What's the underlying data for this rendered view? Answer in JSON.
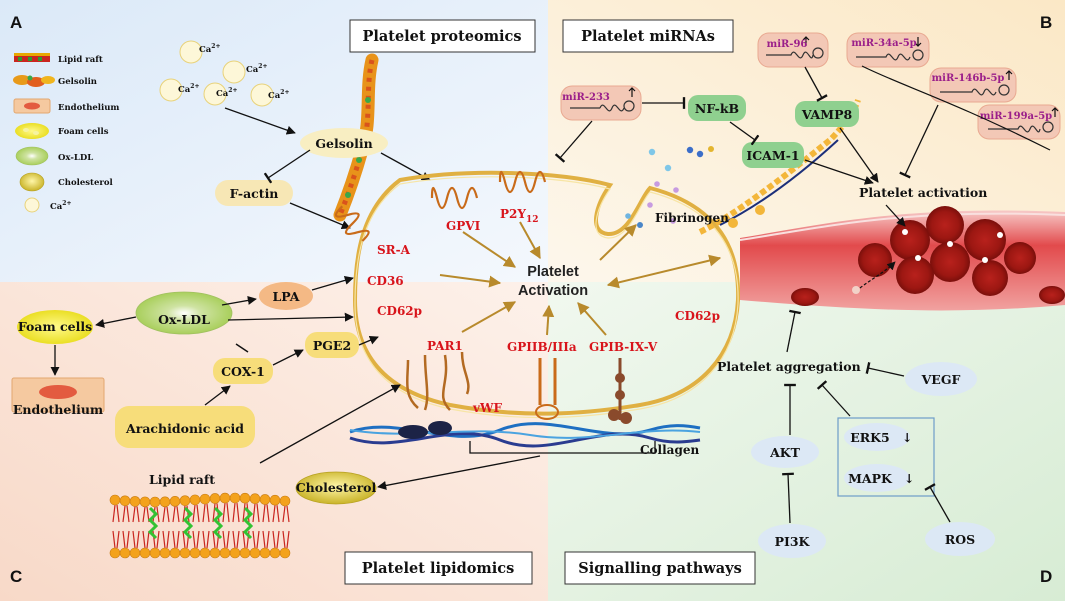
{
  "corners": {
    "a": "A",
    "b": "B",
    "c": "C",
    "d": "D"
  },
  "sections": {
    "proteomics": "Platelet proteomics",
    "mirnas": "Platelet miRNAs",
    "lipidomics": "Platelet lipidomics",
    "signalling": "Signalling pathways"
  },
  "legend": {
    "lipid_raft": "Lipid raft",
    "gelsolin": "Gelsolin",
    "endothelium": "Endothelium",
    "foam_cells": "Foam cells",
    "ox_ldl": "Ox-LDL",
    "cholesterol": "Cholesterol",
    "calcium": "Ca",
    "calcium_sup": "2+"
  },
  "proteomics": {
    "ca_label": "Ca",
    "ca_sup": "2+",
    "gelsolin": "Gelsolin",
    "f_actin": "F-actin"
  },
  "receptors": {
    "gpvi": "GPVI",
    "p2y": "P2Y",
    "p2y_sub": "12",
    "sr_a": "SR-A",
    "cd36": "CD36",
    "cd62p_left": "CD62p",
    "cd62p_right": "CD62p",
    "par1": "PAR1",
    "gpiib": "GPIIB/IIIa",
    "gpib": "GPIB-IX-V",
    "vwf": "vWF"
  },
  "center": {
    "line1": "Platelet",
    "line2": "Activation"
  },
  "mirnas": {
    "mir233": "miR-233",
    "mir96": "miR-96",
    "mir34a": "miR-34a-5p",
    "mir146b": "miR-146b-5p",
    "mir199a": "miR-199a-5p",
    "nfkb": "NF-kB",
    "icam1": "ICAM-1",
    "vamp8": "VAMP8",
    "platelet_activation": "Platelet activation",
    "fibrinogen": "Fibrinogen"
  },
  "lipidomics": {
    "foam_cells": "Foam cells",
    "ox_ldl": "Ox-LDL",
    "lpa": "LPA",
    "endothelium": "Endothelium",
    "cox1": "COX-1",
    "pge2": "PGE2",
    "arachidonic": "Arachidonic acid",
    "lipid_raft": "Lipid raft",
    "cholesterol": "Cholesterol",
    "collagen": "Collagen"
  },
  "signalling": {
    "platelet_aggregation": "Platelet aggregation",
    "vegf": "VEGF",
    "akt": "AKT",
    "erk5": "ERK5",
    "mapk": "MAPK",
    "pi3k": "PI3K",
    "ros": "ROS",
    "down_arrow": "↓"
  },
  "colors": {
    "arrow": "#111111",
    "brown_arrow": "#b88a2c",
    "red_text": "#d8141b",
    "mir_text": "#9b1f8a",
    "mir_box": "#f3c8b6",
    "green_box": "#8fd08f",
    "yellow_box": "#f7dd7a",
    "blue_oval": "#dce8f5",
    "membrane": "#e0b042"
  }
}
